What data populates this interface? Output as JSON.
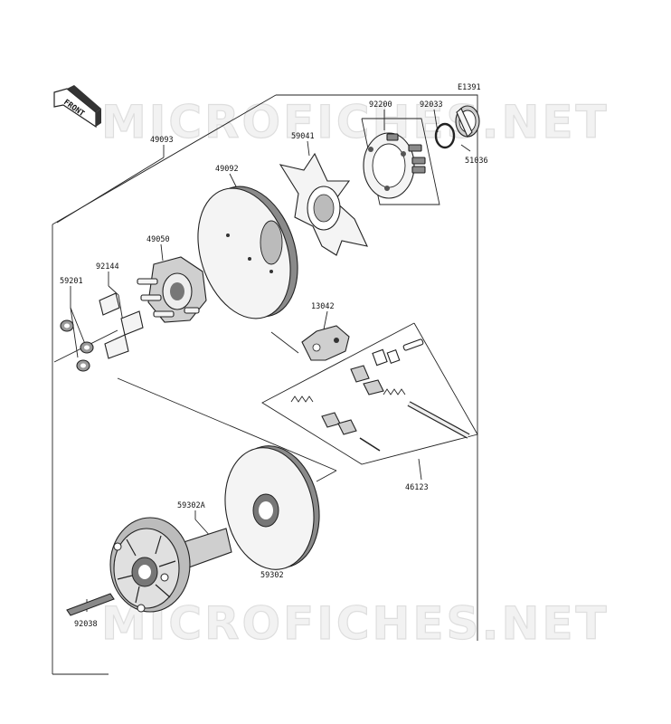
{
  "diagram": {
    "ref_code": "E1391",
    "front_label": "FRONT",
    "watermark_top": "MICROFICHES.NET",
    "watermark_bottom": "MICROFICHES.NET",
    "callouts": {
      "p49093": "49093",
      "p92200": "92200",
      "p92033": "92033",
      "p51036": "51036",
      "p59041": "59041",
      "p49092": "49092",
      "p49050": "49050",
      "p92144": "92144",
      "p59201": "59201",
      "p13042": "13042",
      "p46123": "46123",
      "p59302A": "59302A",
      "p59302": "59302",
      "p92038": "92038"
    }
  }
}
